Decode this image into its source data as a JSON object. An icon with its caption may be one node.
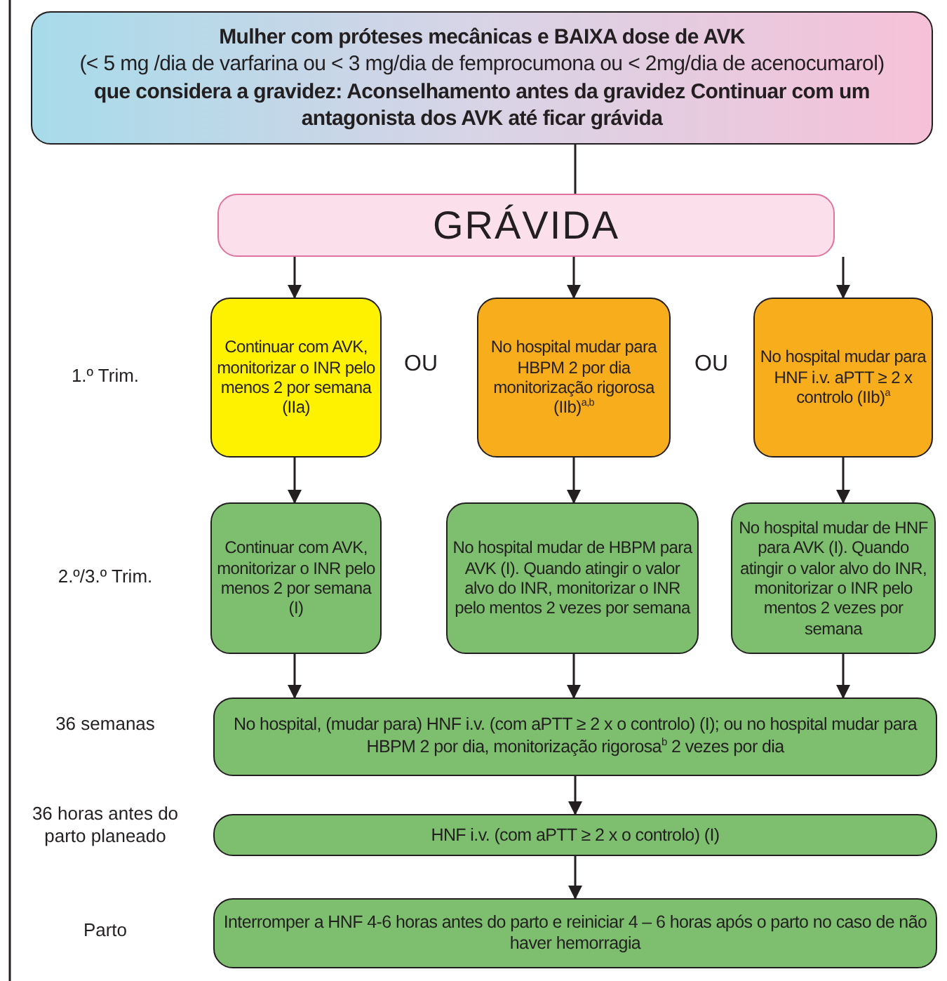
{
  "diagram": {
    "nodes": [
      {
        "text": [
          "Mulher com próteses mecânicas e BAIXA dose de AVK",
          "(< 5 mg /dia de varfarina ou < 3 mg/dia de femprocumona ou < 2mg/dia de acenocumarol)",
          "que considera a gravidez: Aconselhamento antes da gravidez Continuar com um antagonista dos AVK até ficar grávida"
        ]
      },
      {
        "text": [
          "GRÁVIDA"
        ]
      },
      {
        "text": [
          "Continuar com AVK, monitorizar o INR pelo menos 2 por semana (IIa)"
        ]
      },
      {
        "text": [
          "No hospital mudar para HBPM 2 por dia monitorização rigorosa (IIb)$^{a,b}$"
        ]
      },
      {
        "text": [
          "No hospital mudar para HNF i.v. aPTT ≥ 2 x controlo (IIb)$^{a}$"
        ]
      },
      {
        "text": [
          "Continuar com AVK, monitorizar o INR pelo menos 2 por semana (I)"
        ]
      },
      {
        "text": [
          "No hospital mudar de HBPM para AVK (I). Quando atingir o valor alvo do INR, monitorizar o INR pelo mentos 2 vezes por semana"
        ]
      },
      {
        "text": [
          "No hospital mudar de HNF para AVK (I). Quando atingir o valor alvo do INR, monitorizar o INR pelo mentos 2 vezes por semana"
        ]
      },
      {
        "text": [
          "No hospital, (mudar para) HNF i.v. (com aPTT ≥ 2 x o controlo) (I); ou no hospital mudar para HBPM 2 por dia, monitorização rigorosa$^{b}$ 2 vezes por dia"
        ]
      },
      {
        "text": [
          "HNF i.v. (com aPTT ≥ 2 x o controlo) (I)"
        ]
      },
      {
        "text": [
          "Interromper a HNF 4-6 horas antes do parto e reiniciar 4 – 6 horas após o parto no caso de não haver hemorragia"
        ]
      }
    ],
    "edges": [
      {
        "from": 0,
        "to": 1,
        "arrow": "none"
      },
      {
        "from": 1,
        "to": 2,
        "arrow": "to"
      },
      {
        "from": 1,
        "to": 3,
        "arrow": "to"
      },
      {
        "from": 1,
        "to": 4,
        "arrow": "to"
      },
      {
        "from": 2,
        "to": 5,
        "arrow": "to"
      },
      {
        "from": 3,
        "to": 6,
        "arrow": "to"
      },
      {
        "from": 4,
        "to": 7,
        "arrow": "to"
      },
      {
        "from": 5,
        "to": 8,
        "arrow": "to"
      },
      {
        "from": 6,
        "to": 8,
        "arrow": "to"
      },
      {
        "from": 7,
        "to": 8,
        "arrow": "to"
      },
      {
        "from": 8,
        "to": 9,
        "arrow": "to"
      },
      {
        "from": 9,
        "to": 10,
        "arrow": "to"
      }
    ],
    "labels": [
      "1.º Trim.",
      "OU",
      "OU",
      "2.º/3.º Trim.",
      "36 semanas",
      "36 horas antes do parto planeado",
      "Parto"
    ]
  }
}
